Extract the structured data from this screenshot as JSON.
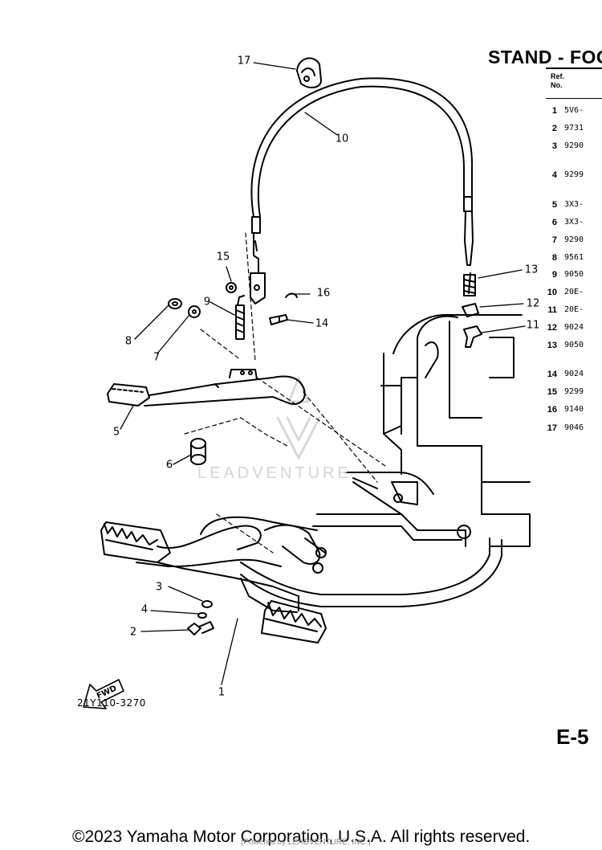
{
  "header": {
    "title": "STAND - FOO",
    "ref_heading_line1": "Ref.",
    "ref_heading_line2": "No."
  },
  "parts": [
    {
      "ref": "1",
      "part_no": "5V6-"
    },
    {
      "ref": "2",
      "part_no": "9731"
    },
    {
      "ref": "3",
      "part_no": "9290"
    },
    {
      "ref": "4",
      "part_no": "9299"
    },
    {
      "ref": "5",
      "part_no": "3X3-"
    },
    {
      "ref": "6",
      "part_no": "3X3-"
    },
    {
      "ref": "7",
      "part_no": "9290"
    },
    {
      "ref": "8",
      "part_no": "9561"
    },
    {
      "ref": "9",
      "part_no": "9050"
    },
    {
      "ref": "10",
      "part_no": "20E-"
    },
    {
      "ref": "11",
      "part_no": "20E-"
    },
    {
      "ref": "12",
      "part_no": "9024"
    },
    {
      "ref": "13",
      "part_no": "9050"
    },
    {
      "ref": "14",
      "part_no": "9024"
    },
    {
      "ref": "15",
      "part_no": "9299"
    },
    {
      "ref": "16",
      "part_no": "9140"
    },
    {
      "ref": "17",
      "part_no": "9046"
    }
  ],
  "callouts": {
    "c1": "1",
    "c2": "2",
    "c3": "3",
    "c4": "4",
    "c5": "5",
    "c6": "6",
    "c7": "7",
    "c8": "8",
    "c9": "9",
    "c10": "10",
    "c11": "11",
    "c12": "12",
    "c13": "13",
    "c14": "14",
    "c15": "15",
    "c16": "16",
    "c17": "17"
  },
  "fwd_label": "FWD",
  "drawing_code": "21Y110-3270",
  "page_code": "E-5",
  "watermark": "LEADVENTURE",
  "footer": {
    "copyright": "©2023 Yamaha Motor Corporation, U.S.A. All rights reserved.",
    "note": "(Powered by LEADVENTURE, INC.)"
  }
}
